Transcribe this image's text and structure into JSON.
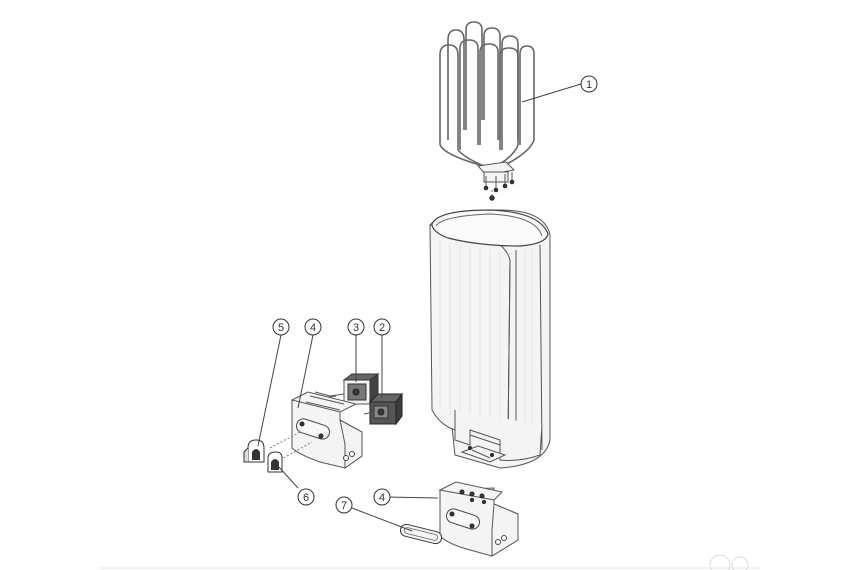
{
  "diagram": {
    "callouts": [
      {
        "id": "c1",
        "label": "1"
      },
      {
        "id": "c2",
        "label": "2"
      },
      {
        "id": "c3",
        "label": "3"
      },
      {
        "id": "c4a",
        "label": "4"
      },
      {
        "id": "c5",
        "label": "5"
      },
      {
        "id": "c4b",
        "label": "4"
      },
      {
        "id": "c6",
        "label": "6"
      },
      {
        "id": "c7",
        "label": "7"
      }
    ],
    "parts": [
      "heating-elements",
      "heater-body",
      "switch",
      "thermostat",
      "control-housing",
      "knob",
      "knob-cap",
      "control-housing",
      "cover-plate"
    ]
  }
}
